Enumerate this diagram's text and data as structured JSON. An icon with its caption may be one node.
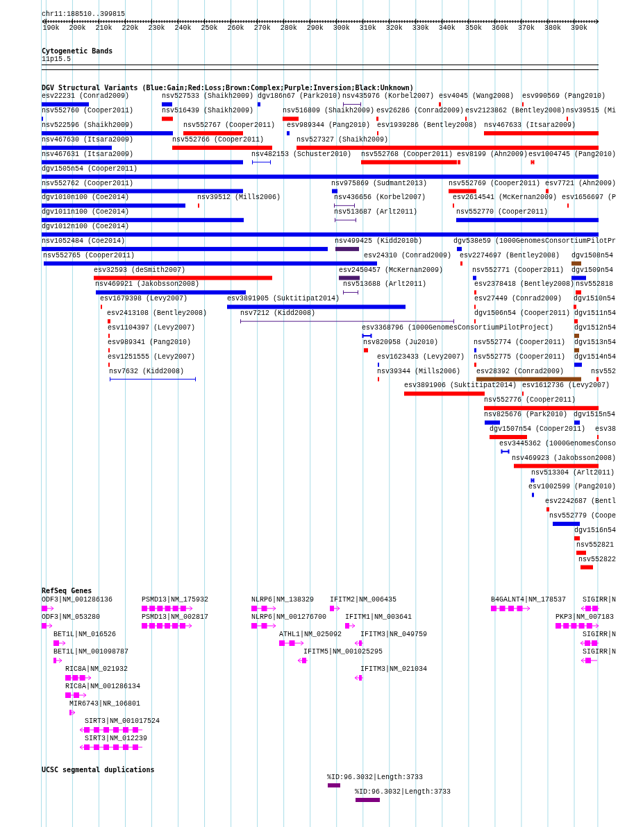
{
  "diagram": {
    "labels": [
      "chr11:188510..399815",
      "190k",
      "200k",
      "210k",
      "220k",
      "230k",
      "240k",
      "250k",
      "260k",
      "270k",
      "280k",
      "290k",
      "300k",
      "310k",
      "320k",
      "330k",
      "340k",
      "350k",
      "360k",
      "370k",
      "380k",
      "390k",
      "Cytogenetic Bands",
      "11p15.5",
      "DGV Structural Variants (Blue:Gain;Red:Loss;Brown:Complex;Purple:Inversion;Black:Unknown)",
      "esv22231 (Conrad2009)",
      "nsv527533 (Shaikh2009)",
      "dgv186n67 (Park2010)",
      "nsv435976 (Korbel2007)",
      "esv4045 (Wang2008)",
      "esv990569 (Pang2010)",
      "nsv552760 (Cooper2011)",
      "nsv516439 (Shaikh2009)",
      "nsv516809 (Shaikh2009)",
      "esv26286 (Conrad2009)",
      "esv2123862 (Bentley2008)",
      "nsv39515 (Mi",
      "nsv522596 (Shaikh2009)",
      "nsv552767 (Cooper2011)",
      "esv989344 (Pang2010)",
      "esv1939286 (Bentley2008)",
      "nsv467633 (Itsara2009)",
      "nsv467630 (Itsara2009)",
      "nsv552766 (Cooper2011)",
      "nsv527327 (Shaikh2009)",
      "nsv467631 (Itsara2009)",
      "nsv482153 (Schuster2010)",
      "nsv552768 (Cooper2011)",
      "esv8199 (Ahn2009)",
      "esv1004745 (Pang2010)",
      "dgv1505n54 (Cooper2011)",
      "nsv552762 (Cooper2011)",
      "nsv975869 (Sudmant2013)",
      "nsv552769 (Cooper2011)",
      "esv7721 (Ahn2009)",
      "dgv1010n100 (Coe2014)",
      "nsv39512 (Mills2006)",
      "nsv436656 (Korbel2007)",
      "esv2614541 (McKernan2009)",
      "esv1656697 (P",
      "dgv1011n100 (Coe2014)",
      "nsv513687 (Arlt2011)",
      "nsv552770 (Cooper2011)",
      "dgv1012n100 (Coe2014)",
      "nsv1052484 (Coe2014)",
      "nsv499425 (Kidd2010b)",
      "dgv538e59 (1000GenomesConsortiumPilotPr",
      "nsv552765 (Cooper2011)",
      "esv24310 (Conrad2009)",
      "esv2274697 (Bentley2008)",
      "dgv1508n54",
      "esv32593 (deSmith2007)",
      "esv2450457 (McKernan2009)",
      "nsv552771 (Cooper2011)",
      "dgv1509n54",
      "nsv469921 (Jakobsson2008)",
      "nsv513688 (Arlt2011)",
      "esv2378418 (Bentley2008)",
      "nsv552818",
      "esv1679398 (Levy2007)",
      "esv3891905 (Suktitipat2014)",
      "esv27449 (Conrad2009)",
      "dgv1510n54",
      "esv2413108 (Bentley2008)",
      "nsv7212 (Kidd2008)",
      "dgv1506n54 (Cooper2011)",
      "dgv1511n54",
      "esv1104397 (Levy2007)",
      "esv3368796 (1000GenomesConsortiumPilotProject)",
      "dgv1512n54",
      "esv989341 (Pang2010)",
      "nsv820958 (Ju2010)",
      "nsv552774 (Cooper2011)",
      "dgv1513n54",
      "esv1251555 (Levy2007)",
      "esv1623433 (Levy2007)",
      "nsv552775 (Cooper2011)",
      "dgv1514n54",
      "nsv7632 (Kidd2008)",
      "nsv39344 (Mills2006)",
      "esv28392 (Conrad2009)",
      "nsv552",
      "esv3891906 (Suktitipat2014)",
      "esv1612736 (Levy2007)",
      "nsv552776 (Cooper2011)",
      "nsv825676 (Park2010)",
      "dgv1515n54",
      "dgv1507n54 (Cooper2011)",
      "esv38",
      "esv3445362 (1000GenomesConso",
      "nsv469923 (Jakobsson2008)",
      "nsv513304 (Arlt2011)",
      "esv1002599 (Pang2010)",
      "esv2242687 (Bentl",
      "nsv552779 (Coope",
      "dgv1516n54",
      "nsv552821",
      "nsv552822",
      "RefSeq Genes",
      "ODF3|NM_001286136",
      "PSMD13|NM_175932",
      "NLRP6|NM_138329",
      "IFITM2|NM_006435",
      "B4GALNT4|NM_178537",
      "SIGIRR|N",
      "ODF3|NM_053280",
      "PSMD13|NM_002817",
      "NLRP6|NM_001276700",
      "IFITM1|NM_003641",
      "PKP3|NM_007183",
      "BET1L|NM_016526",
      "ATHL1|NM_025092",
      "IFITM3|NR_049759",
      "SIGIRR|N",
      "BET1L|NM_001098787",
      "IFITM5|NM_001025295",
      "SIGIRR|N",
      "RIC8A|NM_021932",
      "IFITM3|NM_021034",
      "RIC8A|NM_001286134",
      "MIR6743|NR_106801",
      "SIRT3|NM_001017524",
      "SIRT3|NM_012239",
      "UCSC segmental duplications",
      "%ID:96.3032|Length:3733",
      "%ID:96.3032|Length:3733"
    ]
  }
}
